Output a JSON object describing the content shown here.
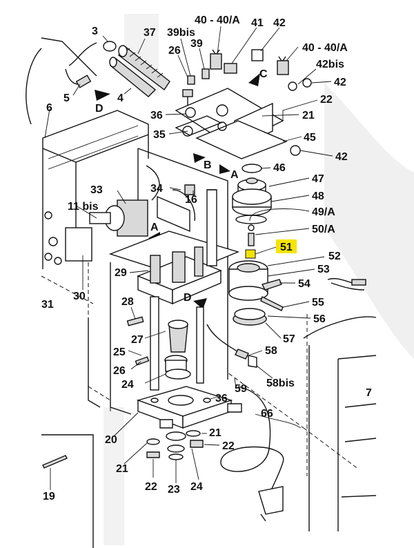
{
  "callouts": [
    {
      "id": "3",
      "text": "3"
    },
    {
      "id": "37",
      "text": "37"
    },
    {
      "id": "39bis",
      "text": "39bis"
    },
    {
      "id": "40-40A-top",
      "text": "40 - 40/A"
    },
    {
      "id": "41",
      "text": "41"
    },
    {
      "id": "42-top",
      "text": "42"
    },
    {
      "id": "26-top",
      "text": "26"
    },
    {
      "id": "39",
      "text": "39"
    },
    {
      "id": "40-40A-right",
      "text": "40 - 40/A"
    },
    {
      "id": "42bis",
      "text": "42bis"
    },
    {
      "id": "42-mid",
      "text": "42"
    },
    {
      "id": "5",
      "text": "5"
    },
    {
      "id": "4",
      "text": "4"
    },
    {
      "id": "22-top",
      "text": "22"
    },
    {
      "id": "6",
      "text": "6"
    },
    {
      "id": "36-top",
      "text": "36"
    },
    {
      "id": "21-top",
      "text": "21"
    },
    {
      "id": "35",
      "text": "35"
    },
    {
      "id": "45",
      "text": "45"
    },
    {
      "id": "42-low",
      "text": "42"
    },
    {
      "id": "46",
      "text": "46"
    },
    {
      "id": "47",
      "text": "47"
    },
    {
      "id": "33",
      "text": "33"
    },
    {
      "id": "34",
      "text": "34"
    },
    {
      "id": "16",
      "text": "16"
    },
    {
      "id": "48",
      "text": "48"
    },
    {
      "id": "11bis",
      "text": "11 bis"
    },
    {
      "id": "49A",
      "text": "49/A"
    },
    {
      "id": "50A",
      "text": "50/A"
    },
    {
      "id": "51",
      "text": "51"
    },
    {
      "id": "52",
      "text": "52"
    },
    {
      "id": "53",
      "text": "53"
    },
    {
      "id": "29",
      "text": "29"
    },
    {
      "id": "54",
      "text": "54"
    },
    {
      "id": "30",
      "text": "30"
    },
    {
      "id": "31",
      "text": "31"
    },
    {
      "id": "55",
      "text": "55"
    },
    {
      "id": "28",
      "text": "28"
    },
    {
      "id": "56",
      "text": "56"
    },
    {
      "id": "27",
      "text": "27"
    },
    {
      "id": "57",
      "text": "57"
    },
    {
      "id": "25",
      "text": "25"
    },
    {
      "id": "58",
      "text": "58"
    },
    {
      "id": "26-low",
      "text": "26"
    },
    {
      "id": "24-mid",
      "text": "24"
    },
    {
      "id": "58bis",
      "text": "58bis"
    },
    {
      "id": "59",
      "text": "59"
    },
    {
      "id": "36-low",
      "text": "36"
    },
    {
      "id": "7",
      "text": "7"
    },
    {
      "id": "66",
      "text": "66"
    },
    {
      "id": "20",
      "text": "20"
    },
    {
      "id": "21-low",
      "text": "21"
    },
    {
      "id": "22-low",
      "text": "22"
    },
    {
      "id": "21-bot",
      "text": "21"
    },
    {
      "id": "19",
      "text": "19"
    },
    {
      "id": "22-bot",
      "text": "22"
    },
    {
      "id": "23",
      "text": "23"
    },
    {
      "id": "24-bot",
      "text": "24"
    }
  ],
  "direction_markers": [
    {
      "id": "C",
      "text": "C"
    },
    {
      "id": "D-top",
      "text": "D"
    },
    {
      "id": "B",
      "text": "B"
    },
    {
      "id": "A-top",
      "text": "A"
    },
    {
      "id": "A-mid",
      "text": "A"
    },
    {
      "id": "D-mid",
      "text": "D"
    }
  ],
  "highlight": {
    "part": "51",
    "color": "#f5e400"
  },
  "colors": {
    "line": "#111111",
    "fill": "#d9d9d9",
    "watermark": "#e6e6e6"
  }
}
